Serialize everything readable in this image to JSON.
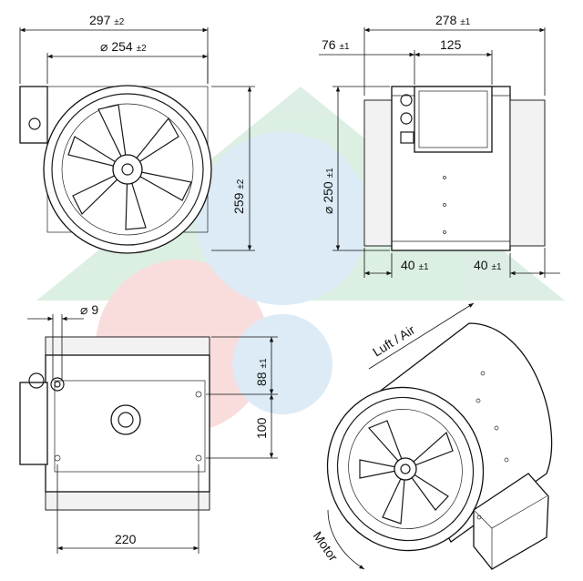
{
  "diameter_symbol": "⌀",
  "top_left_view": {
    "width_total": "297",
    "width_total_tol": "±2",
    "diameter_inner": "254",
    "diameter_inner_tol": "±2",
    "height_total": "259",
    "height_total_tol": "±2"
  },
  "top_right_view": {
    "length_total": "278",
    "length_total_tol": "±1",
    "box_offset": "76",
    "box_offset_tol": "±1",
    "box_width": "125",
    "diameter_duct": "250",
    "diameter_duct_tol": "±1",
    "spigot_left": "40",
    "spigot_left_tol": "±1",
    "spigot_right": "40",
    "spigot_right_tol": "±1"
  },
  "bottom_left_view": {
    "hole_diameter": "9",
    "height_upper": "88",
    "height_upper_tol": "±1",
    "hole_spacing": "100",
    "base_width": "220"
  },
  "iso_view": {
    "airflow_label": "Luft / Air",
    "motor_label": "Motor"
  }
}
